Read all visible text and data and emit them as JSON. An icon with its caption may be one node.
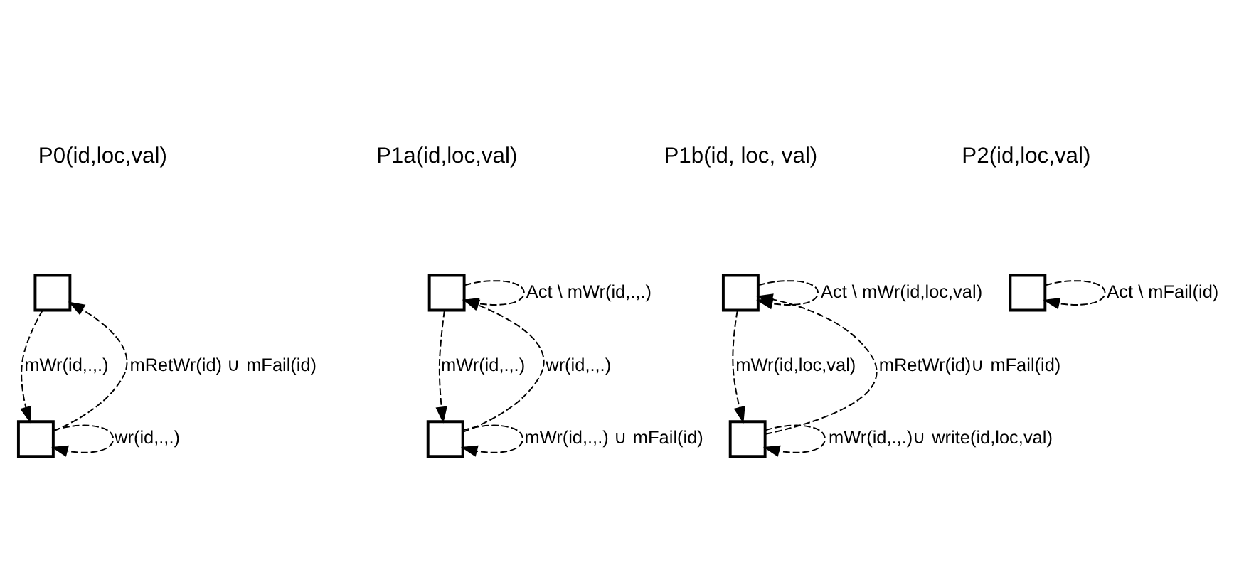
{
  "diagram": {
    "nodes": [
      {
        "text": [],
        "shape": "box"
      },
      {
        "text": [],
        "shape": "box"
      },
      {
        "text": [],
        "shape": "box"
      },
      {
        "text": [],
        "shape": "box"
      },
      {
        "text": [],
        "shape": "box"
      },
      {
        "text": [],
        "shape": "box"
      },
      {
        "text": [],
        "shape": "box"
      }
    ],
    "edges": [
      {
        "from": 1,
        "to": 0,
        "arrow": "to",
        "style": "dashed",
        "label": "mRetWr(id) ∪ mFail(id)"
      },
      {
        "from": 0,
        "to": 1,
        "arrow": "to",
        "style": "dashed",
        "label": "mWr(id,.,.)"
      },
      {
        "from": 1,
        "to": 1,
        "arrow": "to",
        "style": "dashed",
        "label": "wr(id,.,.)"
      },
      {
        "from": 2,
        "to": 2,
        "arrow": "to",
        "style": "dashed",
        "label": "Act \\ mWr(id,.,.)"
      },
      {
        "from": 3,
        "to": 2,
        "arrow": "to",
        "style": "dashed",
        "label": "wr(id,.,.)"
      },
      {
        "from": 2,
        "to": 3,
        "arrow": "to",
        "style": "dashed",
        "label": "mWr(id,.,.)"
      },
      {
        "from": 3,
        "to": 3,
        "arrow": "to",
        "style": "dashed",
        "label": "mWr(id,.,.) ∪ mFail(id)"
      },
      {
        "from": 4,
        "to": 4,
        "arrow": "to",
        "style": "dashed",
        "label": "Act \\ mWr(id,loc,val)"
      },
      {
        "from": 5,
        "to": 4,
        "arrow": "to",
        "style": "dashed",
        "label": "mRetWr(id)∪ mFail(id)"
      },
      {
        "from": 4,
        "to": 5,
        "arrow": "to",
        "style": "dashed",
        "label": "mWr(id,loc,val)"
      },
      {
        "from": 5,
        "to": 5,
        "arrow": "to",
        "style": "dashed",
        "label": "mWr(id,.,.)∪ write(id,loc,val)"
      },
      {
        "from": 6,
        "to": 6,
        "arrow": "to",
        "style": "dashed",
        "label": "Act \\ mFail(id)"
      }
    ],
    "labels": [
      "P0(id,loc,val)",
      "P1a(id,loc,val)",
      "P1b(id, loc, val)",
      "P2(id,loc,val)"
    ]
  }
}
